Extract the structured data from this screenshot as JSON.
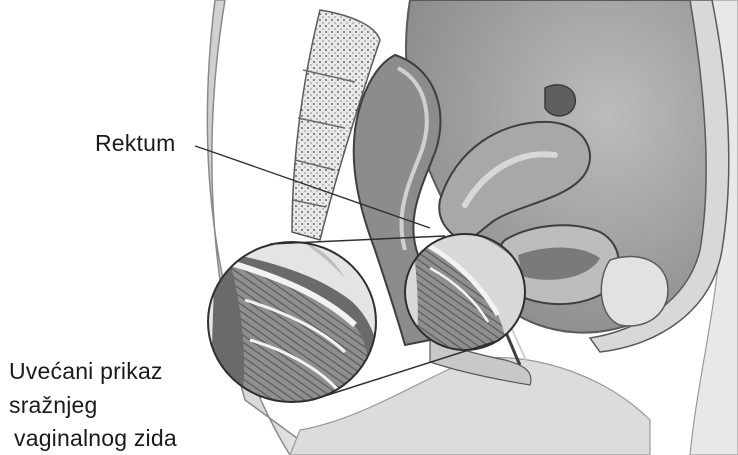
{
  "diagram": {
    "labels": {
      "rektum": "Rektum",
      "zoom_caption_line1": "Uvećani prikaz",
      "zoom_caption_line2": "sražnjeg",
      "zoom_caption_line3": "vaginalnog zida"
    },
    "colors": {
      "background": "#ffffff",
      "outline": "#4a4a4a",
      "light_tissue": "#d6d6d6",
      "mid_tissue": "#9c9c9c",
      "dark_tissue": "#5f5f5f",
      "cavity": "#6e6e6e",
      "text": "#1a1a1a"
    }
  }
}
